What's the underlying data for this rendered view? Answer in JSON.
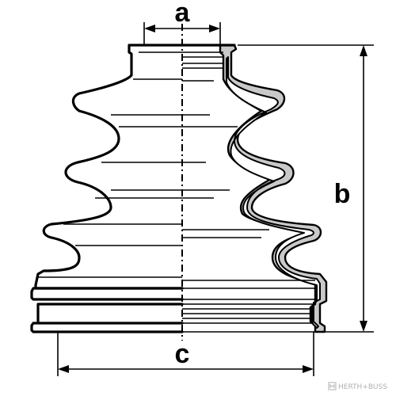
{
  "drawing": {
    "dimension_labels": {
      "a": "a",
      "b": "b",
      "c": "c"
    },
    "watermark": "HERTH+BUSS",
    "colors": {
      "line": "#000000",
      "wall_fill": "#c9c9c9",
      "background": "#ffffff"
    }
  }
}
